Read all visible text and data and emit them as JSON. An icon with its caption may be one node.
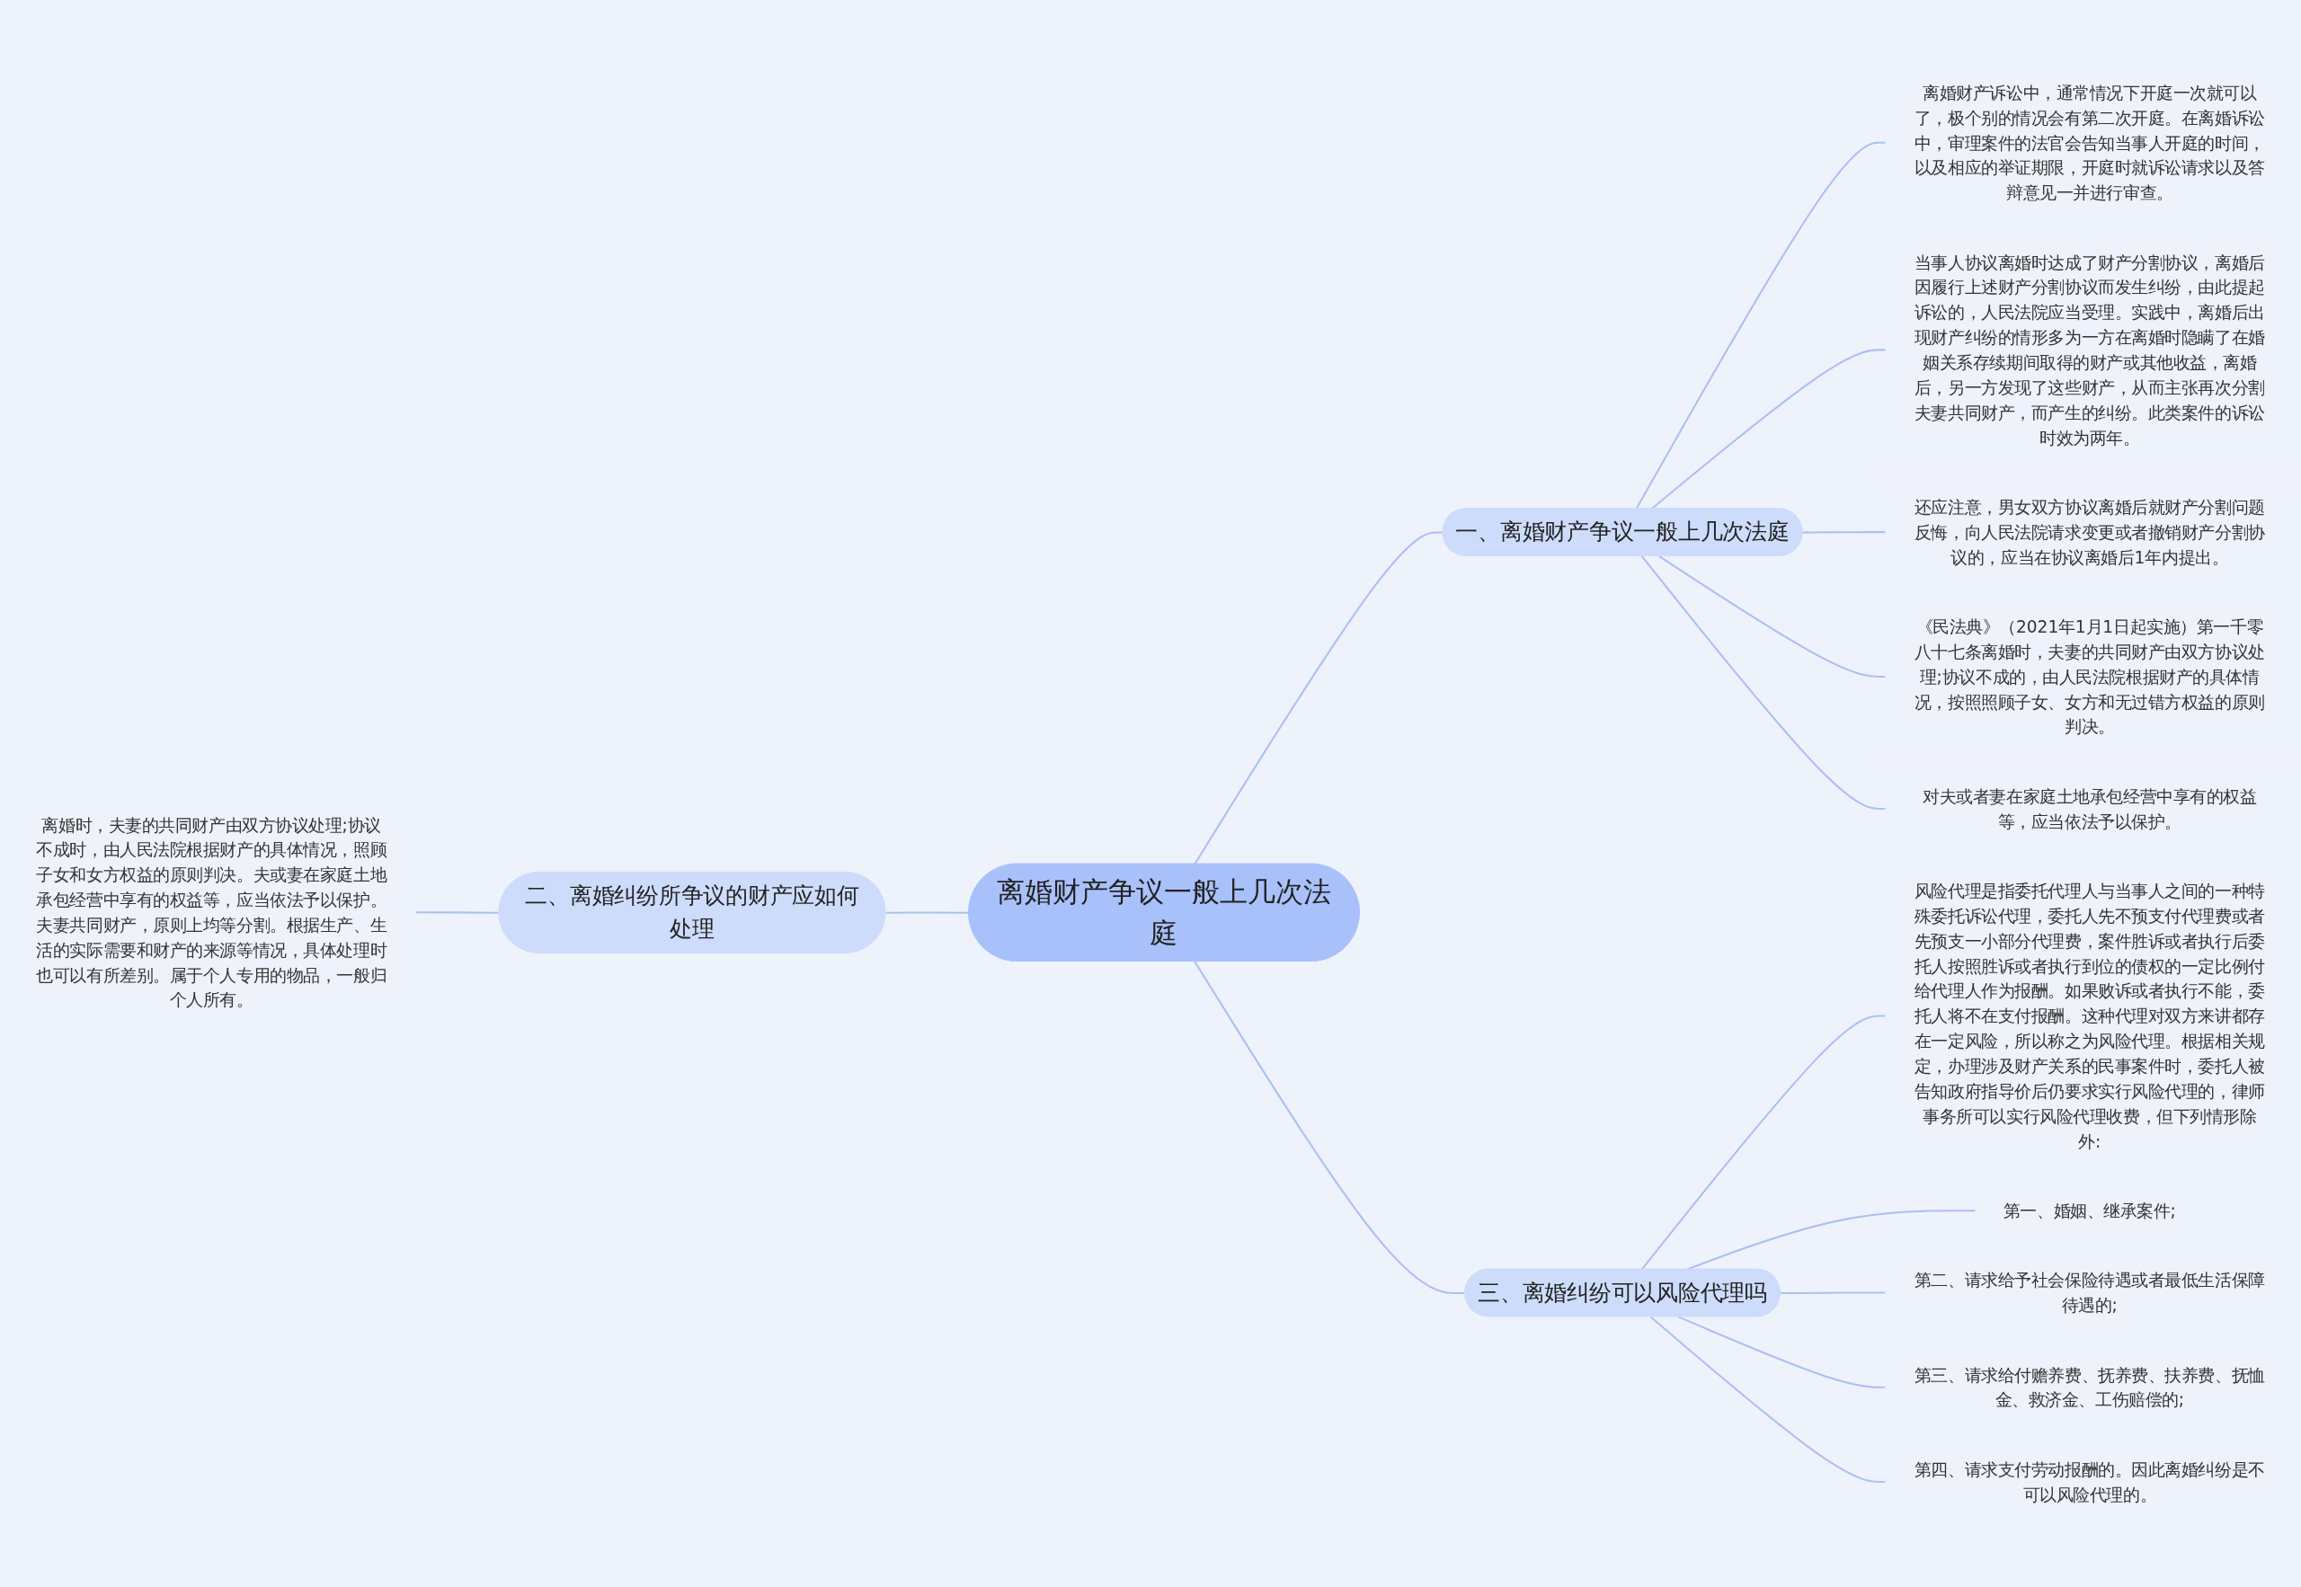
{
  "diagram": {
    "nodes": [
      {
        "text": [
          "离婚财产争议一般上几次法庭"
        ]
      },
      {
        "text": [
          "一、离婚财产争议一般上几次法庭"
        ]
      },
      {
        "text": [
          "离婚财产诉讼中，通常情况下开庭一次就可以了，极个别的情况会有第二次开庭。在离婚诉讼中，审理案件的法官会告知当事人开庭的时间，以及相应的举证期限，开庭时就诉讼请求以及答辩意见一并进行审查。"
        ]
      },
      {
        "text": [
          "当事人协议离婚时达成了财产分割协议，离婚后因履行上述财产分割协议而发生纠纷，由此提起诉讼的，人民法院应当受理。实践中，离婚后出现财产纠纷的情形多为一方在离婚时隐瞒了在婚姻关系存续期间取得的财产或其他收益，离婚后，另一方发现了这些财产，从而主张再次分割夫妻共同财产，而产生的纠纷。此类案件的诉讼时效为两年。"
        ]
      },
      {
        "text": [
          "还应注意，男女双方协议离婚后就财产分割问题反悔，向人民法院请求变更或者撤销财产分割协议的，应当在协议离婚后1年内提出。"
        ]
      },
      {
        "text": [
          "《民法典》（2021年1月1日起实施）第一千零八十七条离婚时，夫妻的共同财产由双方协议处理;协议不成的，由人民法院根据财产的具体情况，按照照顾子女、女方和无过错方权益的原则判决。"
        ]
      },
      {
        "text": [
          "对夫或者妻在家庭土地承包经营中享有的权益等，应当依法予以保护。"
        ]
      },
      {
        "text": [
          "二、离婚纠纷所争议的财产应如何处理"
        ]
      },
      {
        "text": [
          "离婚时，夫妻的共同财产由双方协议处理;协议不成时，由人民法院根据财产的具体情况，照顾子女和女方权益的原则判决。夫或妻在家庭土地承包经营中享有的权益等，应当依法予以保护。夫妻共同财产，原则上均等分割。根据生产、生活的实际需要和财产的来源等情况，具体处理时也可以有所差别。属于个人专用的物品，一般归个人所有。"
        ]
      },
      {
        "text": [
          "三、离婚纠纷可以风险代理吗"
        ]
      },
      {
        "text": [
          "风险代理是指委托代理人与当事人之间的一种特殊委托诉讼代理，委托人先不预支付代理费或者先预支一小部分代理费，案件胜诉或者执行后委托人按照胜诉或者执行到位的债权的一定比例付给代理人作为报酬。如果败诉或者执行不能，委托人将不在支付报酬。这种代理对双方来讲都存在一定风险，所以称之为风险代理。根据相关规定，办理涉及财产关系的民事案件时，委托人被告知政府指导价后仍要求实行风险代理的，律师事务所可以实行风险代理收费，但下列情形除外:"
        ]
      },
      {
        "text": [
          "第一、婚姻、继承案件;"
        ]
      },
      {
        "text": [
          "第二、请求给予社会保险待遇或者最低生活保障待遇的;"
        ]
      },
      {
        "text": [
          "第三、请求给付赡养费、抚养费、扶养费、抚恤金、救济金、工伤赔偿的;"
        ]
      },
      {
        "text": [
          "第四、请求支付劳动报酬的。因此离婚纠纷是不可以风险代理的。"
        ]
      }
    ],
    "edges": [
      {
        "from": 0,
        "to": 1,
        "arrow": "none"
      },
      {
        "from": 1,
        "to": 2,
        "arrow": "none"
      },
      {
        "from": 1,
        "to": 3,
        "arrow": "none"
      },
      {
        "from": 1,
        "to": 4,
        "arrow": "none"
      },
      {
        "from": 1,
        "to": 5,
        "arrow": "none"
      },
      {
        "from": 1,
        "to": 6,
        "arrow": "none"
      },
      {
        "from": 8,
        "to": 7,
        "arrow": "none"
      },
      {
        "from": 7,
        "to": 0,
        "arrow": "none"
      },
      {
        "from": 0,
        "to": 9,
        "arrow": "none"
      },
      {
        "from": 9,
        "to": 10,
        "arrow": "none"
      },
      {
        "from": 9,
        "to": 11,
        "arrow": "none"
      },
      {
        "from": 9,
        "to": 12,
        "arrow": "none"
      },
      {
        "from": 9,
        "to": 13,
        "arrow": "none"
      },
      {
        "from": 9,
        "to": 14,
        "arrow": "none"
      }
    ]
  }
}
